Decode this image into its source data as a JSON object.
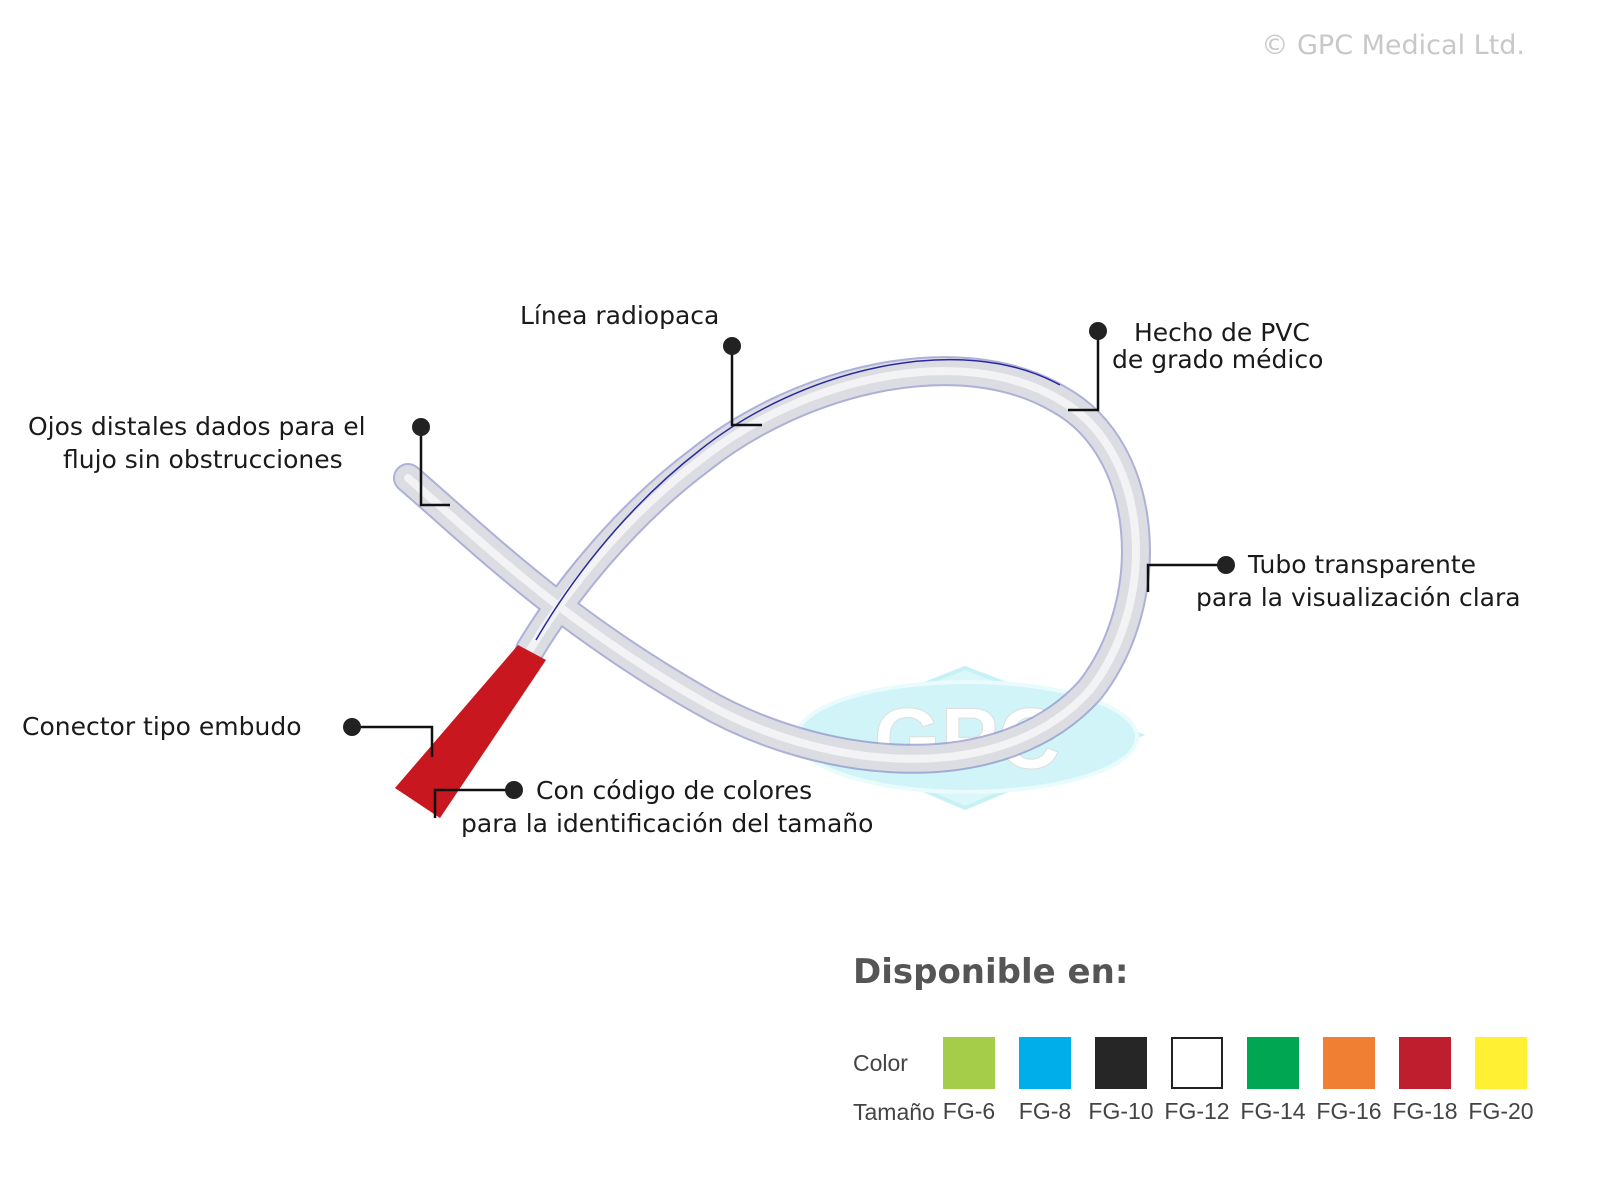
{
  "copyright": "© GPC Medical Ltd.",
  "watermark": "GPC",
  "labels": {
    "radiopaque": "Línea radiopaca",
    "pvc_1": "Hecho de PVC",
    "pvc_2": "de grado médico",
    "eyes_1": "Ojos distales dados para el",
    "eyes_2": "flujo sin obstrucciones",
    "tube_1": "Tubo transparente",
    "tube_2": "para la visualización clara",
    "funnel": "Conector tipo embudo",
    "coded_1": "Con código de colores",
    "coded_2": "para la identificación del tamaño"
  },
  "availability": {
    "title": "Disponible en:",
    "color_label": "Color",
    "size_label": "Tamaño",
    "options": [
      {
        "size": "FG-6",
        "color": "#a6cd4a"
      },
      {
        "size": "FG-8",
        "color": "#00aeea"
      },
      {
        "size": "FG-10",
        "color": "#262626"
      },
      {
        "size": "FG-12",
        "color": "#ffffff"
      },
      {
        "size": "FG-14",
        "color": "#00a651"
      },
      {
        "size": "FG-16",
        "color": "#f07f34"
      },
      {
        "size": "FG-18",
        "color": "#be1e2d"
      },
      {
        "size": "FG-20",
        "color": "#fff033"
      }
    ]
  },
  "colors": {
    "connector": "#c8171f",
    "radiopaque_line": "#2a2aa0",
    "watermark": "#bdf0f4"
  }
}
